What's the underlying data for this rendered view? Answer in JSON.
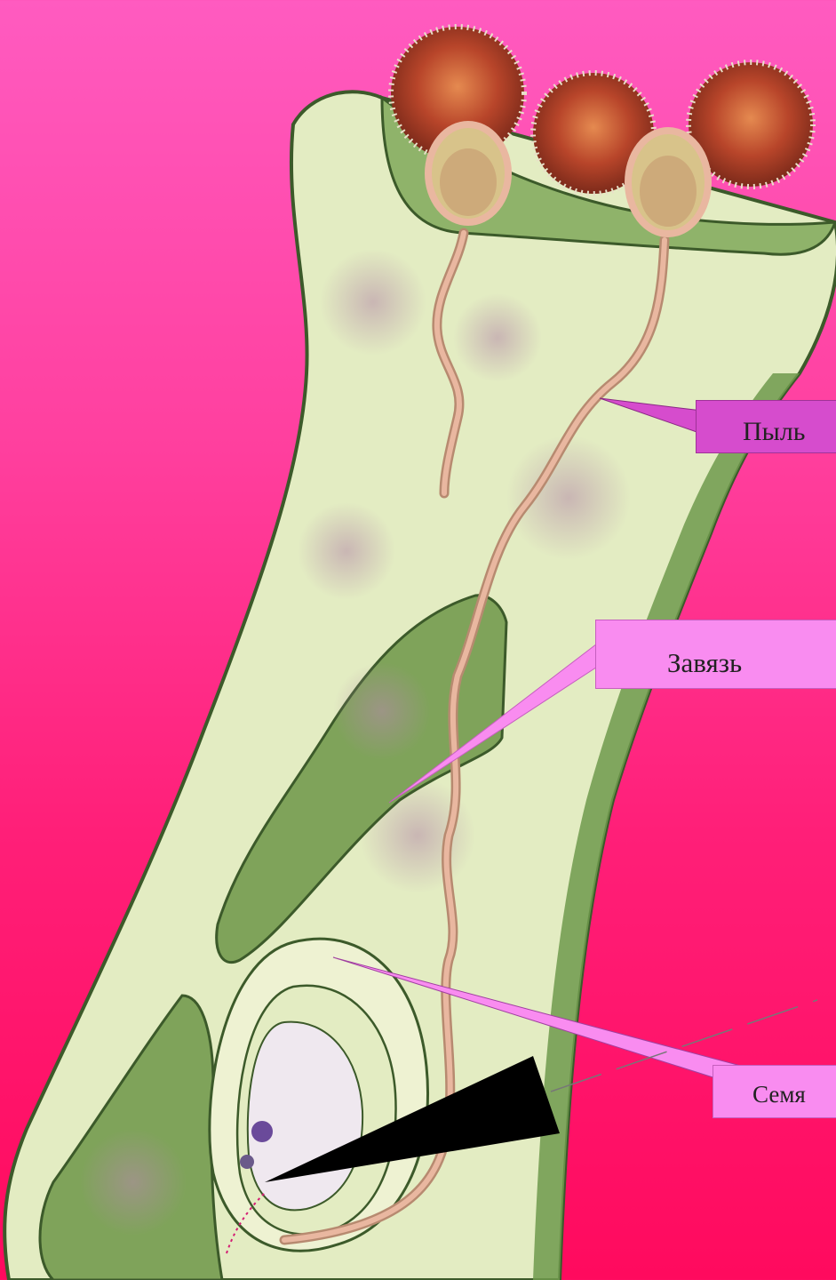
{
  "labels": {
    "pollen_tube": "Пыль",
    "ovary": "Завязь",
    "ovule": "Семя"
  },
  "colors": {
    "background_top": "#ff5bc0",
    "background_bottom": "#ff0a5e",
    "pistil_fill": "#e3ecc2",
    "pistil_outline": "#3c5a2a",
    "ovary_wall": "#7fa35a",
    "pollen_grain": "#b54a2a",
    "pollen_tube": "#e9b7a0",
    "callout_fill": "#f98cf0",
    "pointer_black": "#000000"
  }
}
